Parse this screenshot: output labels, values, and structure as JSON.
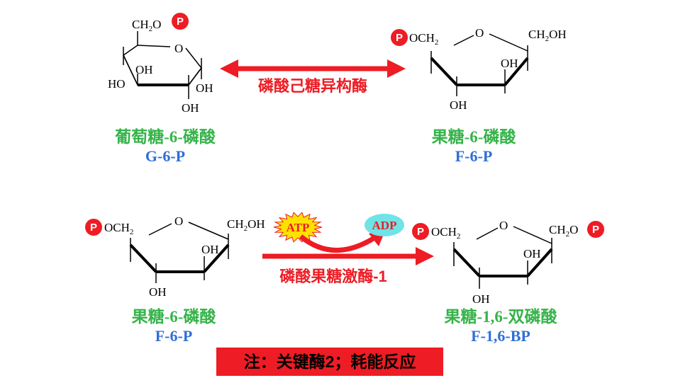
{
  "colors": {
    "red": "#ee1c24",
    "green": "#35b34a",
    "blue": "#2f6fd6",
    "atp_fill": "#ffe100",
    "adp_fill": "#6fe3e6"
  },
  "top": {
    "left_name": "葡萄糖-6-磷酸",
    "left_abbr": "G-6-P",
    "right_name": "果糖-6-磷酸",
    "right_abbr": "F-6-P",
    "enzyme": "磷酸己糖异构酶",
    "g6p": {
      "ch2o": "CH",
      "sub2": "2",
      "o": "O",
      "ring_o": "O",
      "oh1": "OH",
      "ho": "HO",
      "oh2": "OH",
      "oh3": "OH"
    },
    "f6p": {
      "poch2": "OCH",
      "sub2": "2",
      "ring_o": "O",
      "ch2oh": "CH",
      "sub2b": "2",
      "oh_end": "OH",
      "oh1": "OH",
      "oh2": "OH"
    }
  },
  "bottom": {
    "left_name": "果糖-6-磷酸",
    "left_abbr": "F-6-P",
    "right_name": "果糖-1,6-双磷酸",
    "right_abbr": "F-1,6-BP",
    "enzyme": "磷酸果糖激酶-1",
    "atp": "ATP",
    "adp": "ADP",
    "f6p": {
      "poch2": "OCH",
      "sub2": "2",
      "ring_o": "O",
      "ch2oh": "CH",
      "sub2b": "2",
      "oh_end": "OH",
      "oh1": "OH",
      "oh2": "OH"
    },
    "fbp": {
      "poch2": "OCH",
      "sub2": "2",
      "ring_o": "O",
      "ch2o": "CH",
      "sub2b": "2",
      "o_end": "O",
      "oh1": "OH",
      "oh2": "OH"
    }
  },
  "phosphate": "P",
  "note": "注：关键酶2；耗能反应"
}
